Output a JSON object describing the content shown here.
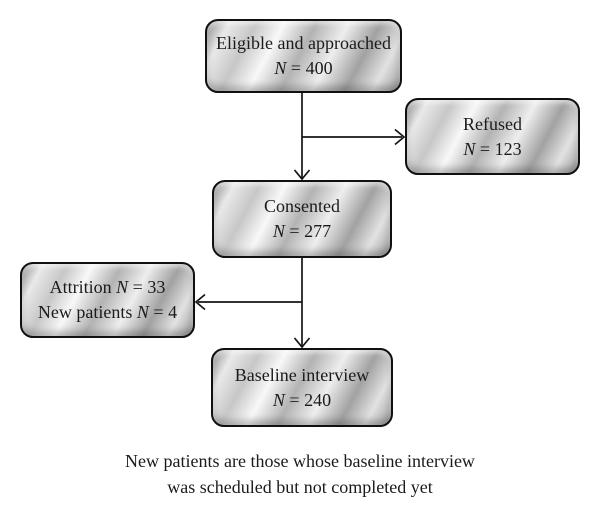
{
  "colors": {
    "background": "#ffffff",
    "box_border": "#101010",
    "arrow": "#151515",
    "text": "#1b1b1b",
    "metal_dark": "#8d8d8d",
    "metal_light": "#f8f8f8"
  },
  "diagram": {
    "type": "flowchart",
    "nodes": {
      "eligible": {
        "title": "Eligible and approached",
        "n": "N",
        "value": "= 400"
      },
      "refused": {
        "title": "Refused",
        "n": "N",
        "value": "= 123"
      },
      "consented": {
        "title": "Consented",
        "n": "N",
        "value": "= 277"
      },
      "attrition": {
        "line1": {
          "prefix": "Attrition",
          "n": "N",
          "value": "= 33"
        },
        "line2": {
          "prefix": "New patients",
          "n": "N",
          "value": "= 4"
        }
      },
      "baseline": {
        "title": "Baseline interview",
        "n": "N",
        "value": "= 240"
      }
    },
    "edges": [
      {
        "from": "eligible",
        "to": "consented",
        "direction": "down"
      },
      {
        "from": "eligible",
        "to": "refused",
        "direction": "right"
      },
      {
        "from": "consented",
        "to": "attrition",
        "direction": "left"
      },
      {
        "from": "consented",
        "to": "baseline",
        "direction": "down"
      }
    ],
    "caption": {
      "line1": "New patients are those whose baseline interview",
      "line2": "was scheduled but not completed yet"
    }
  }
}
